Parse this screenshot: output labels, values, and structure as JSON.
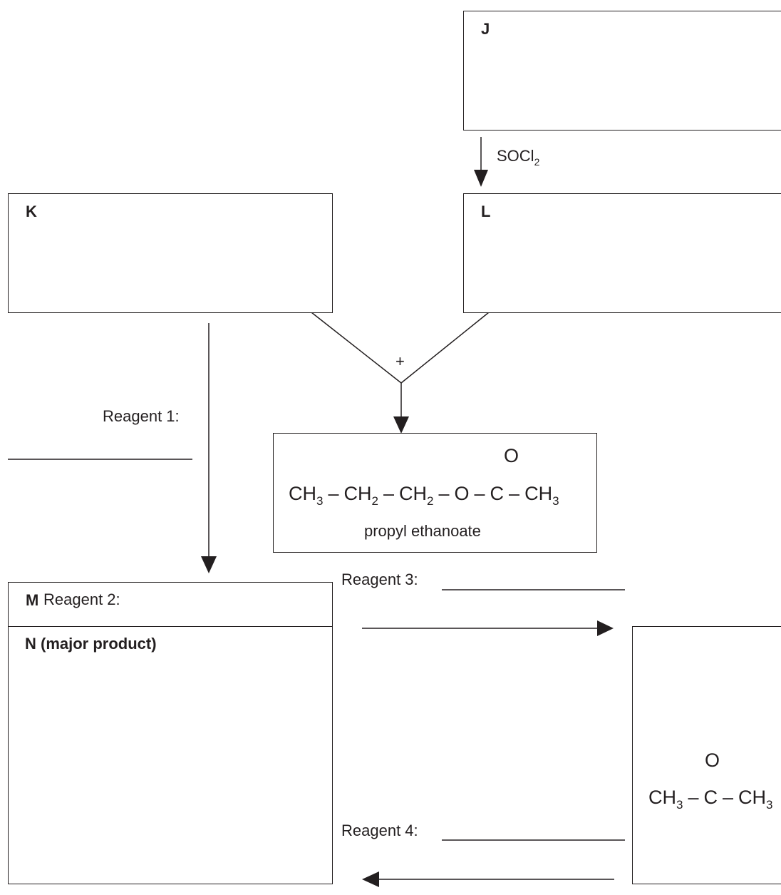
{
  "boxes": {
    "j": {
      "label": "J"
    },
    "k": {
      "label": "K"
    },
    "l": {
      "label": "L"
    },
    "m": {
      "label": "M"
    },
    "n": {
      "label": "N (major product)"
    }
  },
  "reagents": {
    "socl2": {
      "main": "SOCl",
      "sub": "2"
    },
    "reagent_1": "Reagent 1:",
    "reagent_2": "Reagent 2:",
    "reagent_3": "Reagent 3:",
    "reagent_4": "Reagent 4:"
  },
  "plus_sign": "+",
  "ester": {
    "oxygen": "O",
    "ch3": "CH",
    "ch2": "CH",
    "o_link": "O",
    "c": "C",
    "sub3": "3",
    "sub2": "2",
    "dash": "–",
    "name": "propyl ethanoate"
  },
  "ketone": {
    "oxygen": "O",
    "ch3": "CH",
    "c": "C",
    "sub3": "3",
    "dash": "–"
  }
}
